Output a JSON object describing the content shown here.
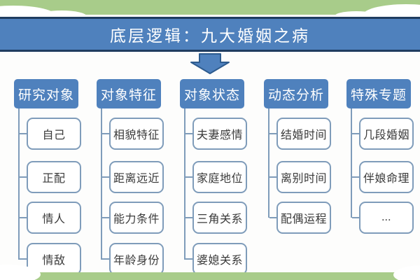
{
  "banner": {
    "title": "底层逻辑：九大婚姻之病"
  },
  "columns": [
    {
      "header": "研究对象",
      "items": [
        "自己",
        "正配",
        "情人",
        "情敌"
      ]
    },
    {
      "header": "对象特征",
      "items": [
        "相貌特征",
        "距离远近",
        "能力条件",
        "年龄身份"
      ]
    },
    {
      "header": "对象状态",
      "items": [
        "夫妻感情",
        "家庭地位",
        "三角关系",
        "婆媳关系"
      ]
    },
    {
      "header": "动态分析",
      "items": [
        "结婚时间",
        "离别时间",
        "配偶运程"
      ]
    },
    {
      "header": "特殊专题",
      "items": [
        "几段婚姻",
        "伴娘命理",
        "..."
      ]
    }
  ],
  "icons": {
    "down_arrow": "block-arrow-down"
  },
  "colors": {
    "accent_blue": "#4f81bd",
    "navy_edge": "#1f3c60",
    "connector_blue": "#7f9cba",
    "band_green": "#a8cc8a",
    "text_dark": "#3a3a3a",
    "text_light": "#ffffff"
  }
}
